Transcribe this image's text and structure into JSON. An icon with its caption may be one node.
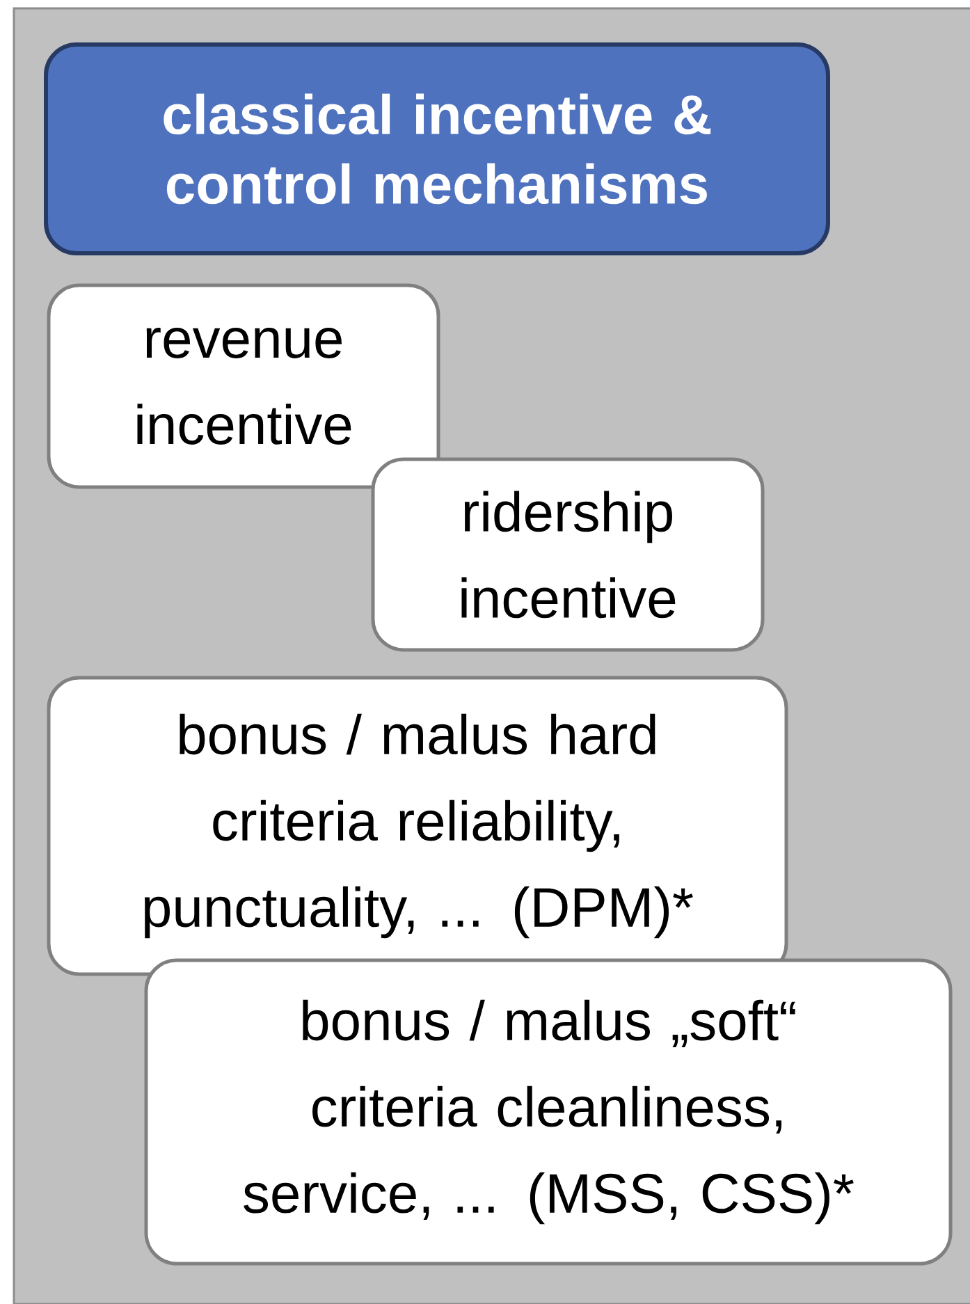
{
  "diagram": {
    "nodes": [
      {
        "text": [
          "classical incentive & control mechanisms"
        ]
      },
      {
        "text": [
          "revenue incentive"
        ]
      },
      {
        "text": [
          "ridership incentive"
        ]
      },
      {
        "text": [
          "bonus / malus hard criteria reliability, punctuality, ... (DPM)*"
        ]
      },
      {
        "text": [
          "bonus / malus „soft“ criteria cleanliness, service, ... (MSS, CSS)*"
        ]
      }
    ]
  }
}
